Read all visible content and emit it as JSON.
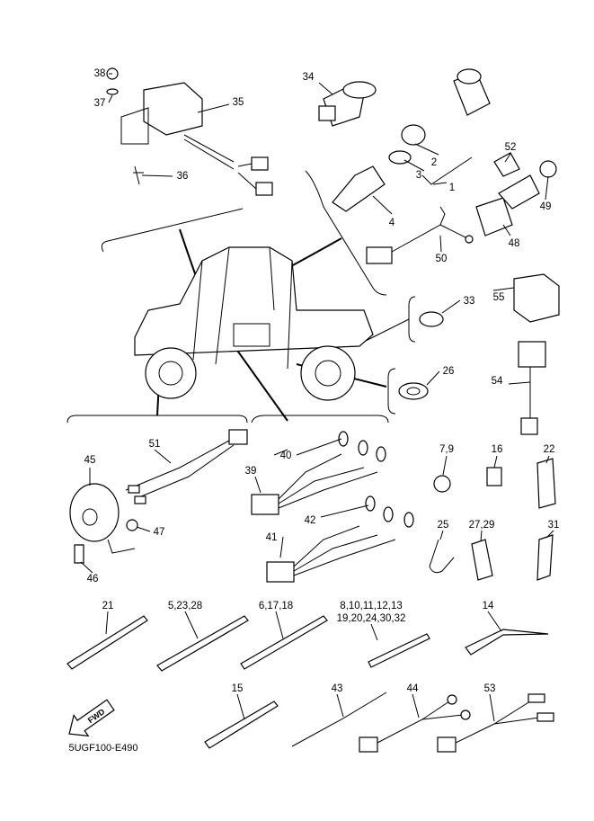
{
  "diagram": {
    "callouts": {
      "c38": "38",
      "c37": "37",
      "c35": "35",
      "c36": "36",
      "c34": "34",
      "c2": "2",
      "c3": "3",
      "c1": "1",
      "c52": "52",
      "c49": "49",
      "c4": "4",
      "c48": "48",
      "c50": "50",
      "c33": "33",
      "c55": "55",
      "c26": "26",
      "c54": "54",
      "c51": "51",
      "c45": "45",
      "c47": "47",
      "c46": "46",
      "c40": "40",
      "c39": "39",
      "c42": "42",
      "c41": "41",
      "c7_9": "7,9",
      "c16": "16",
      "c22": "22",
      "c25": "25",
      "c27_29": "27,29",
      "c31": "31",
      "c21": "21",
      "c5_23_28": "5,23,28",
      "c6_17_18": "6,17,18",
      "c8_13": "8,10,11,12,13",
      "c19_32": "19,20,24,30,32",
      "c14": "14",
      "c15": "15",
      "c43": "43",
      "c44": "44",
      "c53": "53"
    },
    "fwd_logo": "FWD",
    "diagram_code": "5UGF100-E490"
  }
}
